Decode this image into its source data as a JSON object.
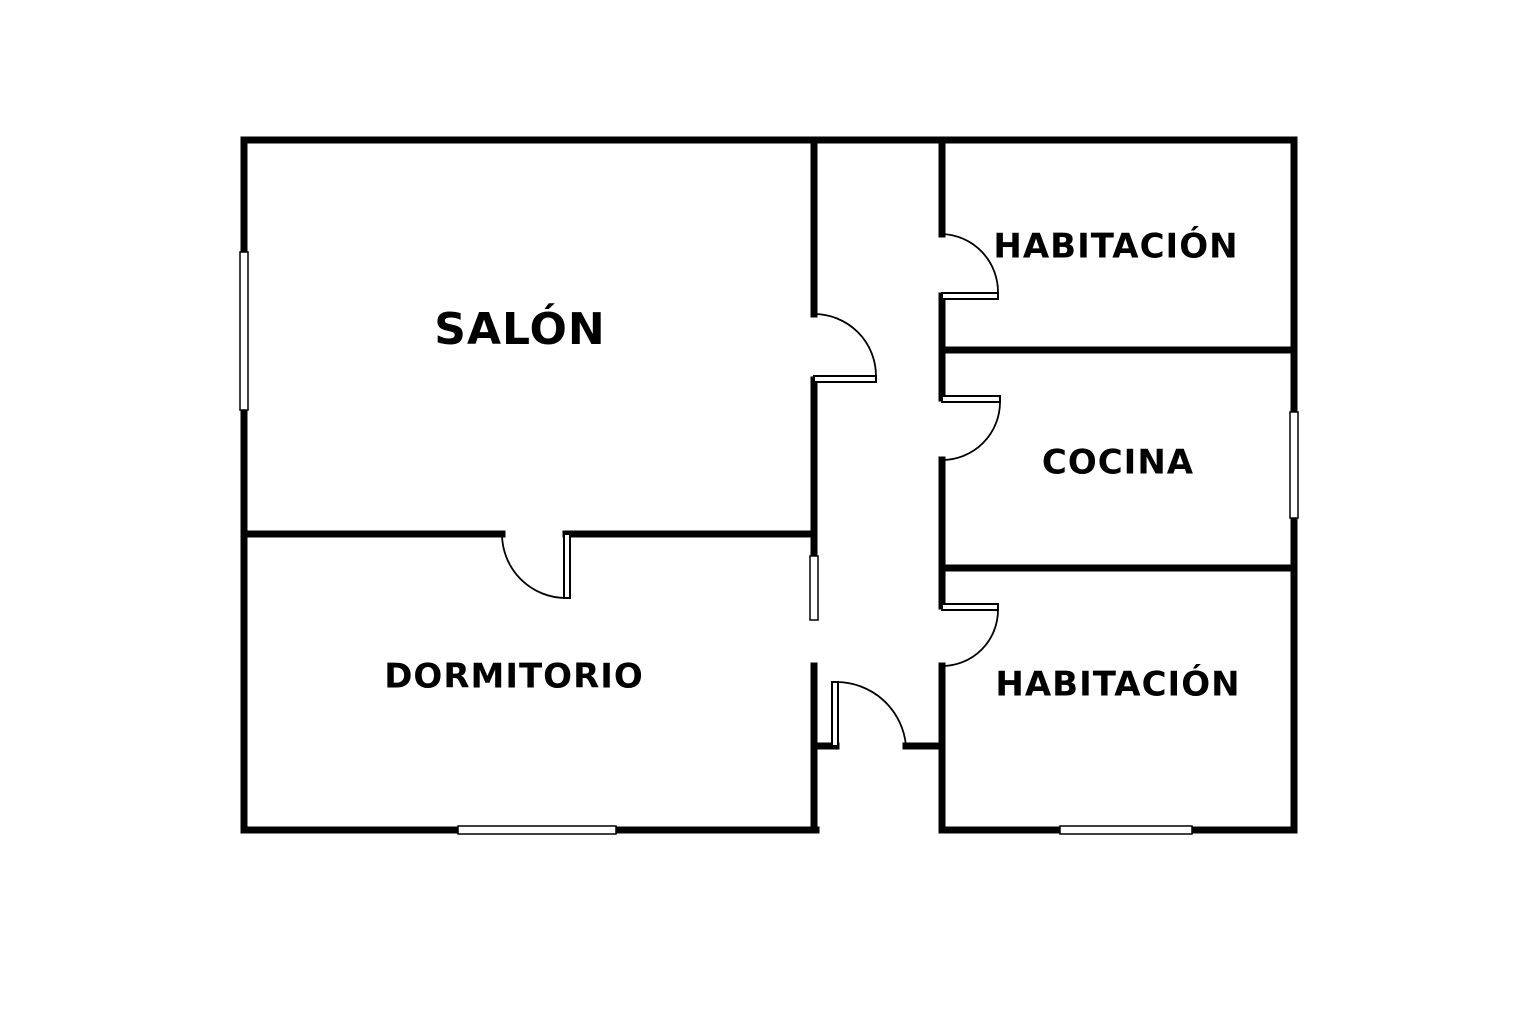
{
  "floorplan": {
    "rooms": {
      "salon": "SALÓN",
      "habitacion_top": "HABITACIÓN",
      "cocina": "COCINA",
      "dormitorio": "DORMITORIO",
      "habitacion_bottom": "HABITACIÓN"
    },
    "colors": {
      "walls": "#000000",
      "background": "#ffffff"
    }
  }
}
